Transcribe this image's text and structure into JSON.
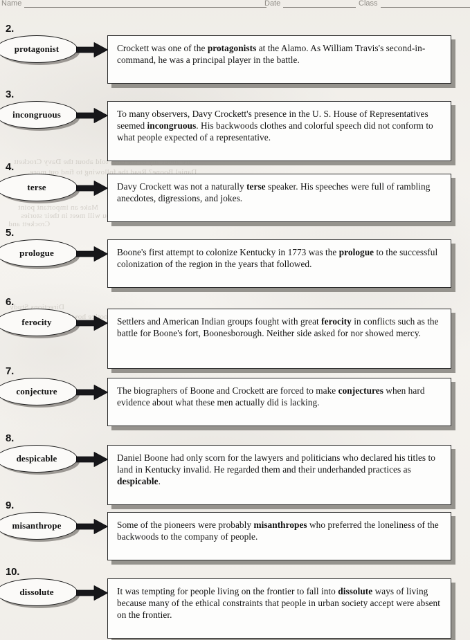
{
  "header": {
    "name_label": "Name",
    "date_label": "Date",
    "class_label": "Class"
  },
  "items": [
    {
      "number": "2.",
      "word": "protagonist",
      "sentence_pre": "Crockett was one of the ",
      "sentence_bold": "protagonists",
      "sentence_post": " at the Alamo. As William Travis's second-in-command, he was a principal player in the battle.",
      "lines": 2
    },
    {
      "number": "3.",
      "word": "incongruous",
      "sentence_pre": "To many observers, Davy Crockett's presence in the U. S. House of Representatives seemed ",
      "sentence_bold": "incongruous",
      "sentence_post": ". His backwoods clothes and colorful speech did not conform to what people expected of a representative.",
      "lines": 3
    },
    {
      "number": "4.",
      "word": "terse",
      "sentence_pre": "Davy Crockett was not a naturally ",
      "sentence_bold": "terse",
      "sentence_post": " speaker. His speeches were full of rambling anecdotes, digressions, and jokes.",
      "lines": 2
    },
    {
      "number": "5.",
      "word": "prologue",
      "sentence_pre": "Boone's first attempt to colonize Kentucky in 1773 was the ",
      "sentence_bold": "prologue",
      "sentence_post": " to the successful colonization of the region in the years that followed.",
      "lines": 2
    },
    {
      "number": "6.",
      "word": "ferocity",
      "sentence_pre": "Settlers and American Indian groups fought with great ",
      "sentence_bold": "ferocity",
      "sentence_post": " in conflicts such as the battle for Boone's fort, Boonesborough. Neither side asked for nor showed mercy.",
      "lines": 3
    },
    {
      "number": "7.",
      "word": "conjecture",
      "sentence_pre": "The biographers of Boone and Crockett are forced to make ",
      "sentence_bold": "conjectures",
      "sentence_post": " when hard evidence about what these men actually did is lacking.",
      "lines": 2
    },
    {
      "number": "8.",
      "word": "despicable",
      "sentence_pre": "Daniel Boone had only scorn for the lawyers and politicians who declared his titles to land in Kentucky invalid. He regarded them and their underhanded practices as ",
      "sentence_bold": "despicable",
      "sentence_post": ".",
      "lines": 3
    },
    {
      "number": "9.",
      "word": "misanthrope",
      "sentence_pre": "Some of the pioneers were probably ",
      "sentence_bold": "misanthropes",
      "sentence_post": " who preferred the loneliness of the backwoods to the company of people.",
      "lines": 2
    },
    {
      "number": "10.",
      "word": "dissolute",
      "sentence_pre": "It was tempting for people living on the frontier to fall into ",
      "sentence_bold": "dissolute",
      "sentence_post": " ways of living because many of the ethical constraints that people in urban society accept were absent on the frontier.",
      "lines": 3
    }
  ],
  "ghost_text": [
    "are about any of the tales told about the Davy Crockett",
    "Daniel Boone? Read the following to find out more.",
    "Make an important point",
    "Crockett and",
    "Vocabulary Words you will meet in their stories",
    "Directions  Study",
    "the word and notice how the word"
  ],
  "colors": {
    "page_background": "#f4f2ee",
    "box_fill": "#fdfdfc",
    "box_border": "#2a2a2a",
    "shadow": "#8b8883",
    "ink": "#121212",
    "rule": "#6f6b66"
  }
}
